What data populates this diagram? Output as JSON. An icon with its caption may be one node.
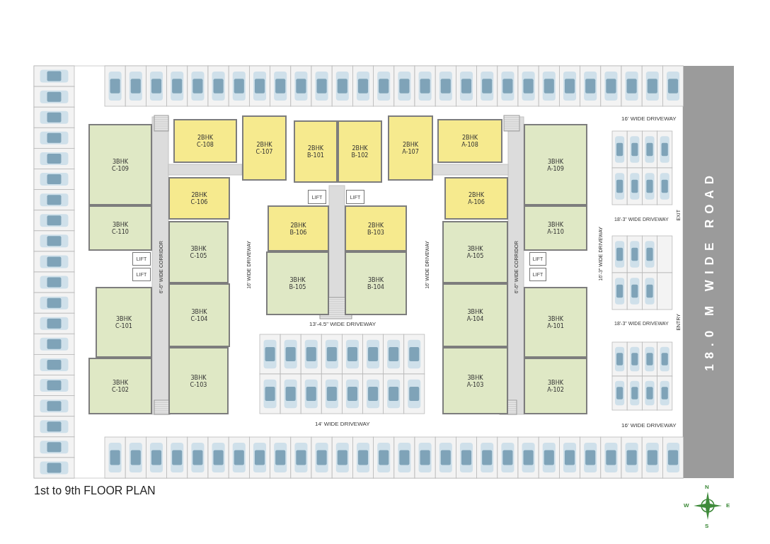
{
  "diagram": {
    "title": "1st to 9th FLOOR PLAN",
    "nodes": [
      {
        "text": [
          "3BHK C-109"
        ]
      },
      {
        "text": [
          "2BHK C-108"
        ]
      },
      {
        "text": [
          "2BHK C-107"
        ]
      },
      {
        "text": [
          "2BHK B-101"
        ]
      },
      {
        "text": [
          "2BHK B-102"
        ]
      },
      {
        "text": [
          "2BHK A-107"
        ]
      },
      {
        "text": [
          "2BHK A-108"
        ]
      },
      {
        "text": [
          "3BHK A-109"
        ]
      },
      {
        "text": [
          "2BHK C-106"
        ]
      },
      {
        "text": [
          "2BHK A-106"
        ]
      },
      {
        "text": [
          "LIFT"
        ]
      },
      {
        "text": [
          "LIFT"
        ]
      },
      {
        "text": [
          "2BHK B-106"
        ]
      },
      {
        "text": [
          "2BHK B-103"
        ]
      },
      {
        "text": [
          "3BHK C-110"
        ]
      },
      {
        "text": [
          "3BHK A-110"
        ]
      },
      {
        "text": [
          "3BHK C-105"
        ]
      },
      {
        "text": [
          "3BHK A-105"
        ]
      },
      {
        "text": [
          "3BHK B-105"
        ]
      },
      {
        "text": [
          "3BHK B-104"
        ]
      },
      {
        "text": [
          "LIFT"
        ]
      },
      {
        "text": [
          "LIFT"
        ]
      },
      {
        "text": [
          "LIFT"
        ]
      },
      {
        "text": [
          "LIFT"
        ]
      },
      {
        "text": [
          "3BHK C-101"
        ]
      },
      {
        "text": [
          "3BHK C-104"
        ]
      },
      {
        "text": [
          "3BHK A-104"
        ]
      },
      {
        "text": [
          "3BHK A-101"
        ]
      },
      {
        "text": [
          "3BHK C-102"
        ]
      },
      {
        "text": [
          "3BHK C-103"
        ]
      },
      {
        "text": [
          "3BHK A-103"
        ]
      },
      {
        "text": [
          "3BHK A-102"
        ]
      }
    ],
    "labels": [
      "16' WIDE DRIVEWAY",
      "6'-6\" WIDE CORRIDOR",
      "16' WIDE DRIVEWAY",
      "16' WIDE DRIVEWAY",
      "6'-6\" WIDE CORRIDOR",
      "16'-3\" WIDE DRIVEWAY",
      "18'-3\" WIDE DRIVEWAY",
      "EXIT",
      "18.0 M WIDE ROAD",
      "18'-3\" WIDE DRIVEWAY",
      "ENTRY",
      "13'-4.5\" WIDE DRIVEWAY",
      "14' WIDE DRIVEWAY",
      "16' WIDE DRIVEWAY",
      "N",
      "W",
      "E",
      "S"
    ]
  }
}
